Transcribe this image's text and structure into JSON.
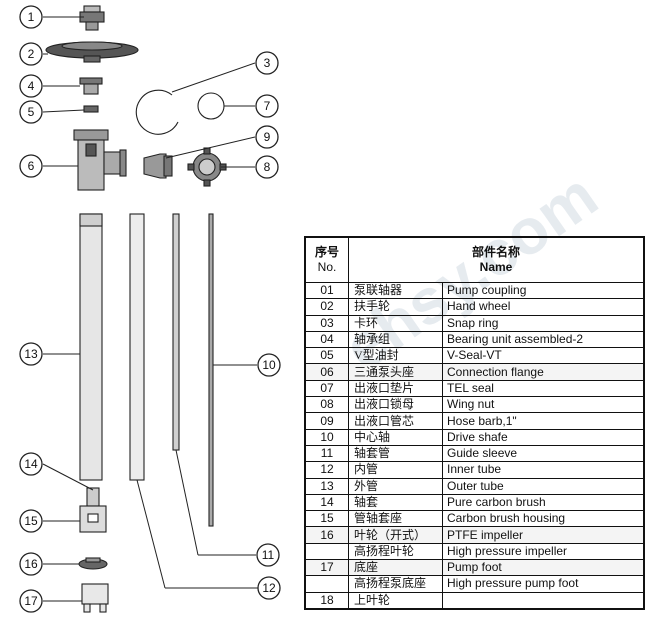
{
  "callouts": [
    "1",
    "2",
    "3",
    "4",
    "5",
    "6",
    "7",
    "8",
    "9",
    "10",
    "11",
    "12",
    "13",
    "14",
    "15",
    "16",
    "17"
  ],
  "watermark": "ehsy.com",
  "table": {
    "header": {
      "no_cn": "序号",
      "no_en": "No.",
      "name_cn": "部件名称",
      "name_en": "Name"
    },
    "rows": [
      {
        "no": "01",
        "cn": "泵联轴器",
        "en": "Pump coupling"
      },
      {
        "no": "02",
        "cn": "扶手轮",
        "en": "Hand wheel"
      },
      {
        "no": "03",
        "cn": "卡环",
        "en": "Snap ring"
      },
      {
        "no": "04",
        "cn": "轴承组",
        "en": "Bearing unit assembled-2"
      },
      {
        "no": "05",
        "cn": "V型油封",
        "en": "V-Seal-VT"
      },
      {
        "no": "06",
        "cn": "三通泵头座",
        "en": "Connection flange"
      },
      {
        "no": "07",
        "cn": "出液口垫片",
        "en": "TEL seal"
      },
      {
        "no": "08",
        "cn": "出液口锁母",
        "en": "Wing nut"
      },
      {
        "no": "09",
        "cn": "出液口管芯",
        "en": "Hose barb,1\""
      },
      {
        "no": "10",
        "cn": "中心轴",
        "en": "Drive shafe"
      },
      {
        "no": "11",
        "cn": "轴套管",
        "en": "Guide sleeve"
      },
      {
        "no": "12",
        "cn": "内管",
        "en": "Inner tube"
      },
      {
        "no": "13",
        "cn": "外管",
        "en": "Outer tube"
      },
      {
        "no": "14",
        "cn": "轴套",
        "en": "Pure carbon brush"
      },
      {
        "no": "15",
        "cn": "管轴套座",
        "en": "Carbon brush housing"
      },
      {
        "no": "16",
        "cn": "叶轮（开式）",
        "en": "PTFE impeller"
      },
      {
        "no": "",
        "cn": "高扬程叶轮",
        "en": "High pressure impeller"
      },
      {
        "no": "17",
        "cn": "底座",
        "en": "Pump foot"
      },
      {
        "no": "",
        "cn": "高扬程泵底座",
        "en": "High pressure pump foot"
      },
      {
        "no": "18",
        "cn": "上叶轮",
        "en": ""
      }
    ]
  }
}
